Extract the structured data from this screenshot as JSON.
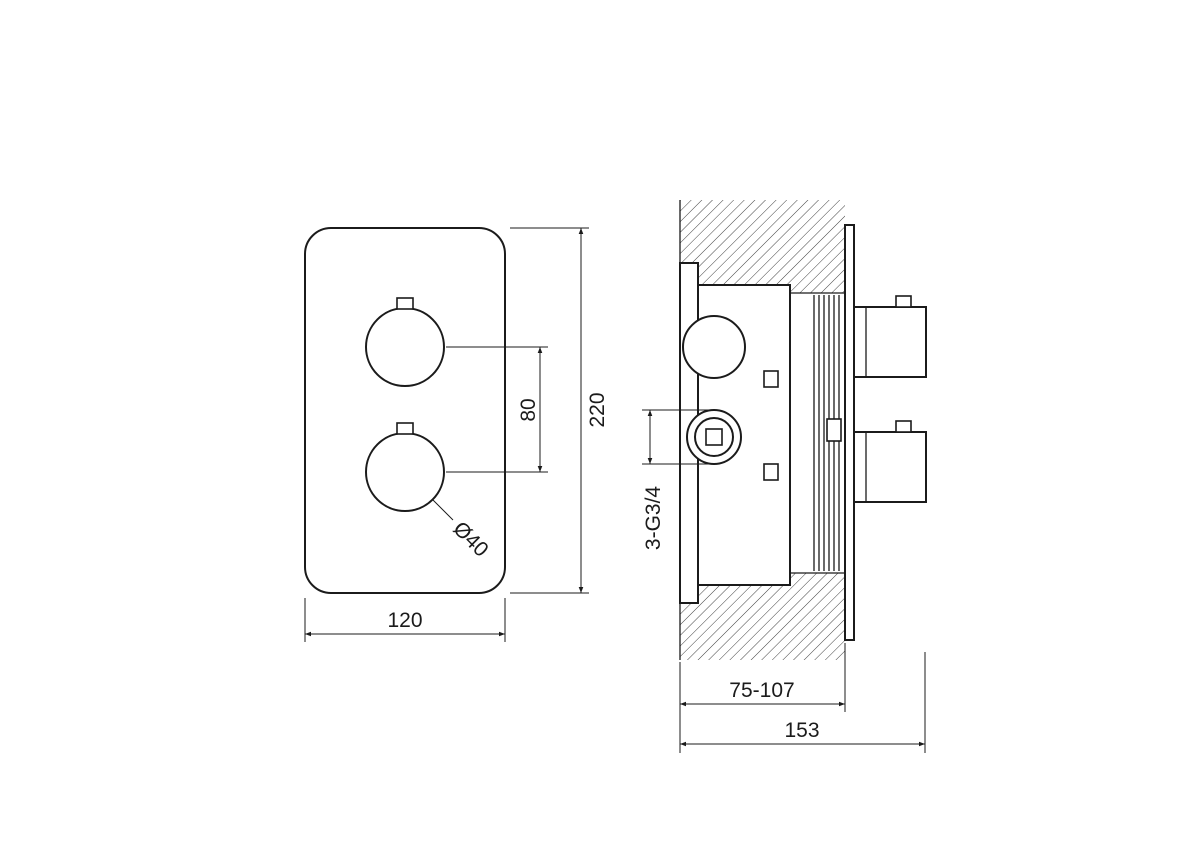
{
  "front_view": {
    "plate_height_label": "220",
    "handle_spacing_label": "80",
    "plate_width_label": "120",
    "handle_diameter_label": "Ø40"
  },
  "side_view": {
    "thread_label": "3-G3/4",
    "depth_range_label": "75-107",
    "overall_depth_label": "153"
  },
  "colors": {
    "line": "#1b1b1b",
    "background": "#ffffff"
  }
}
